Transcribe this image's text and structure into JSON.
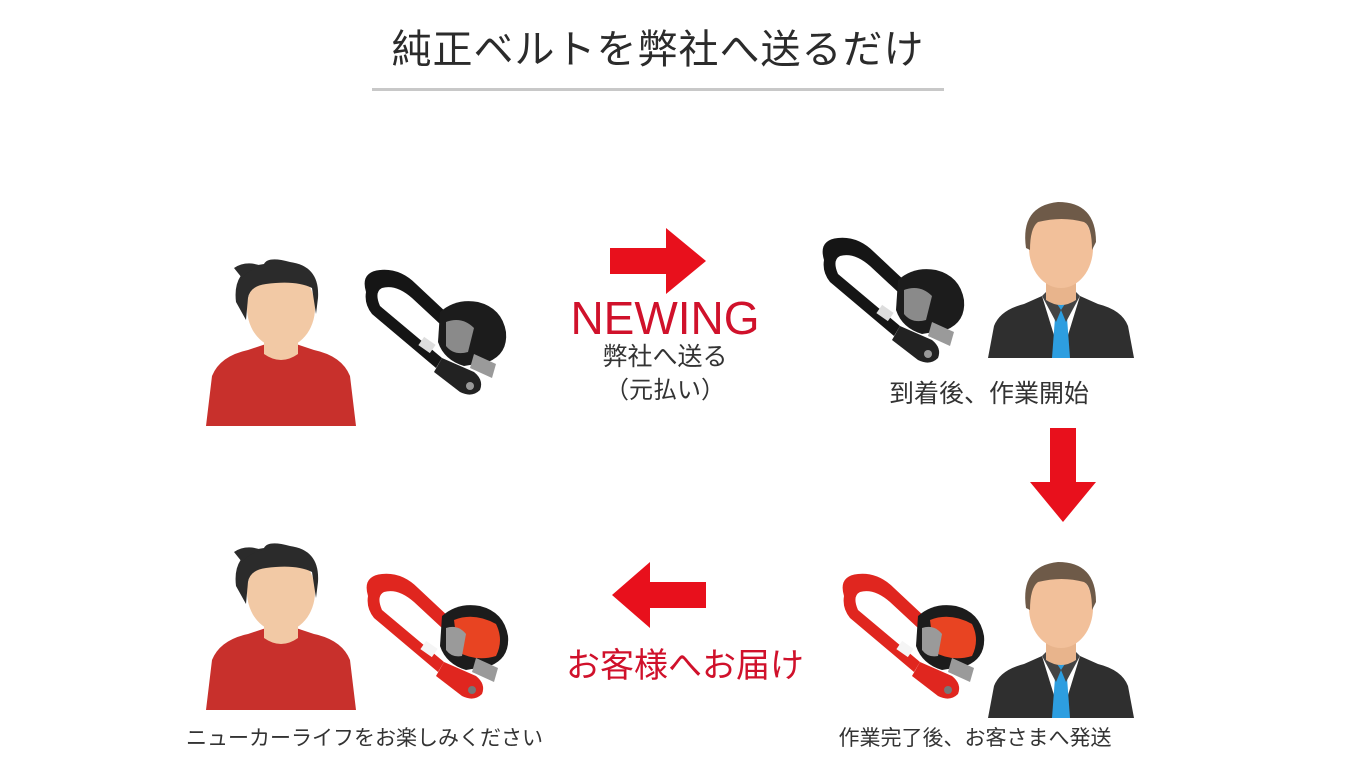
{
  "title": "純正ベルトを弊社へ送るだけ",
  "colors": {
    "accent_red": "#e8101c",
    "label_red": "#d0112b",
    "shirt_red": "#c8302c",
    "skin": "#f2c9a5",
    "hair_dark": "#2b2b2b",
    "hair_brown": "#6e5a48",
    "suit": "#2f2f2f",
    "tie_blue": "#2d9ee0",
    "belt_black": "#151515",
    "belt_red": "#e0261f"
  },
  "steps": [
    {
      "id": "customer-send",
      "person": "customer",
      "belt": "black-seatbelt",
      "caption": ""
    },
    {
      "id": "work-start",
      "person": "technician",
      "belt": "black-seatbelt",
      "caption": "到着後、作業開始"
    },
    {
      "id": "work-complete",
      "person": "technician",
      "belt": "red-seatbelt",
      "caption": "作業完了後、お客さまへ発送"
    },
    {
      "id": "customer-receive",
      "person": "customer",
      "belt": "red-seatbelt",
      "caption": "ニューカーライフをお楽しみください"
    }
  ],
  "arrows": {
    "top": {
      "direction": "right",
      "brand": "NEWING",
      "line1": "弊社へ送る",
      "line2": "（元払い）"
    },
    "right": {
      "direction": "down"
    },
    "bottom": {
      "direction": "left",
      "label": "お客様へお届け"
    }
  }
}
